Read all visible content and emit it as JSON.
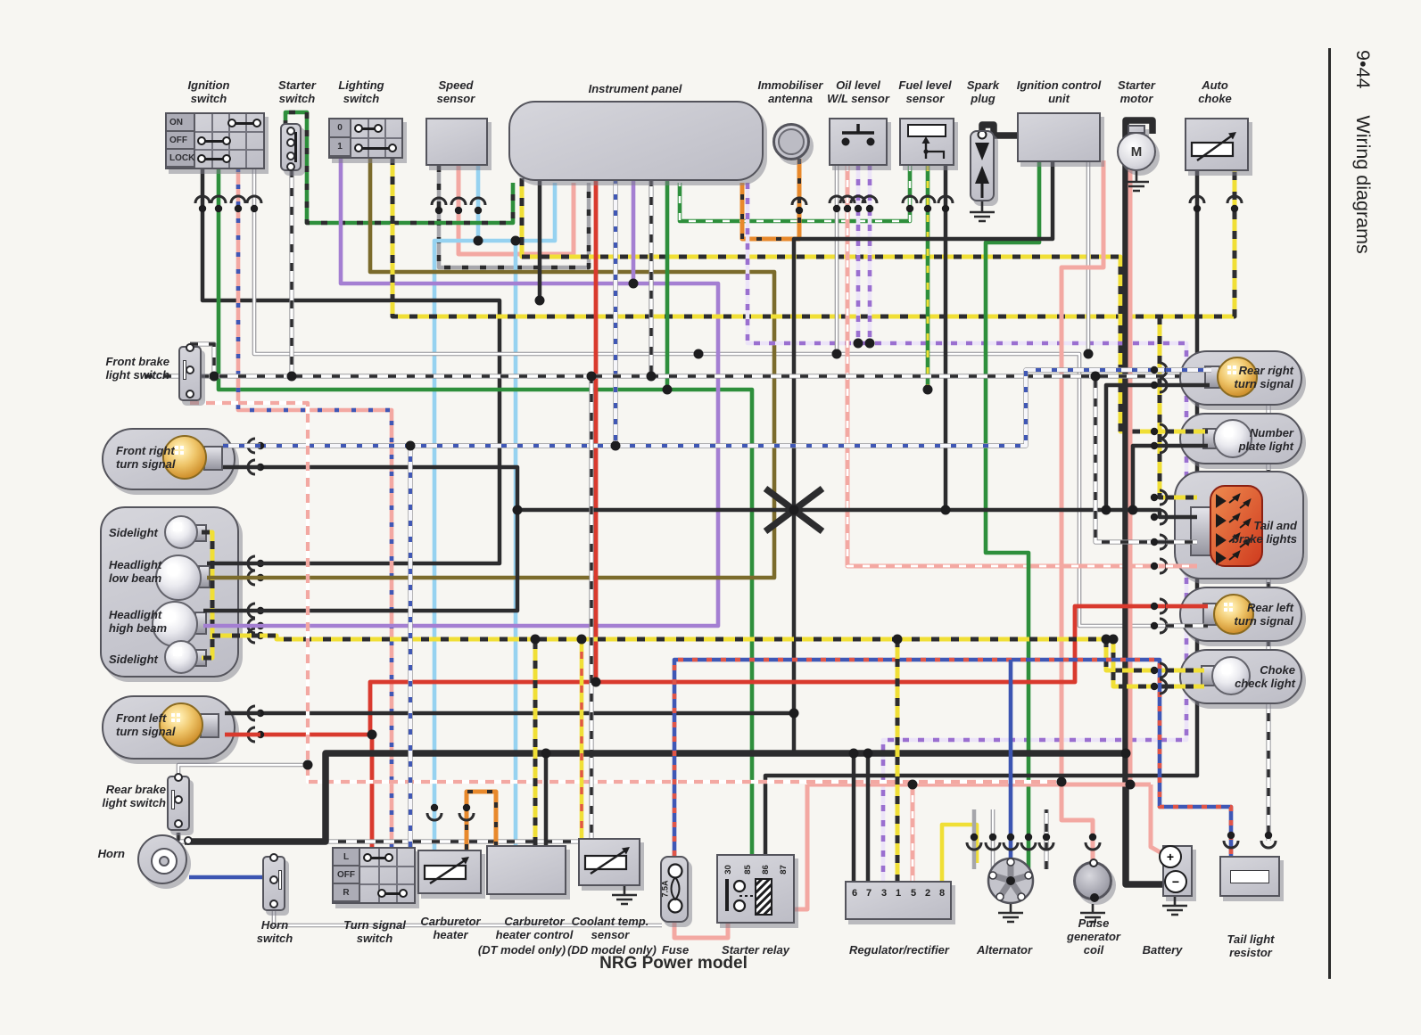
{
  "page": {
    "number": "9•44",
    "section": "Wiring diagrams",
    "footer": "NRG Power model"
  },
  "palette": {
    "paper": "#f7f6f2",
    "component_gray": "#c7c7cd",
    "wire_black": "#2c2c2e",
    "wire_green": "#2e8f3c",
    "wire_red": "#d93a2e",
    "wire_pink": "#f3a8a2",
    "wire_yellow": "#f0df36",
    "wire_blue": "#3c55b2",
    "wire_lightblue": "#96d2f0",
    "wire_purple": "#a47fd2",
    "wire_olive": "#7b6b2c",
    "wire_orange": "#e8892c",
    "amber_bulb": "#d0922f",
    "led_red": "#d23a20"
  },
  "components": {
    "ignition_switch": {
      "label": "Ignition\nswitch",
      "rows": [
        "ON",
        "OFF",
        "LOCK"
      ]
    },
    "starter_switch": {
      "label": "Starter\nswitch"
    },
    "lighting_switch": {
      "label": "Lighting\nswitch",
      "rows": [
        "0",
        "1"
      ]
    },
    "speed_sensor": {
      "label": "Speed\nsensor"
    },
    "instrument_panel": {
      "label": "Instrument panel"
    },
    "immobiliser_antenna": {
      "label": "Immobiliser\nantenna"
    },
    "oil_level_sensor": {
      "label": "Oil level\nW/L sensor"
    },
    "fuel_level_sensor": {
      "label": "Fuel level\nsensor"
    },
    "spark_plug": {
      "label": "Spark\nplug"
    },
    "ignition_control_unit": {
      "label": "Ignition control\nunit"
    },
    "starter_motor": {
      "label": "Starter\nmotor",
      "symbol": "M"
    },
    "auto_choke": {
      "label": "Auto\nchoke"
    },
    "front_brake_light_switch": {
      "label": "Front brake\nlight switch"
    },
    "front_right_turn_signal": {
      "label": "Front right\nturn signal"
    },
    "sidelight_top": {
      "label": "Sidelight"
    },
    "headlight_low": {
      "label": "Headlight\nlow beam"
    },
    "headlight_high": {
      "label": "Headlight\nhigh beam"
    },
    "sidelight_bottom": {
      "label": "Sidelight"
    },
    "front_left_turn_signal": {
      "label": "Front left\nturn signal"
    },
    "rear_brake_light_switch": {
      "label": "Rear brake\nlight switch"
    },
    "horn": {
      "label": "Horn"
    },
    "horn_switch": {
      "label": "Horn\nswitch"
    },
    "turn_signal_switch": {
      "label": "Turn signal\nswitch",
      "rows": [
        "L",
        "OFF",
        "R"
      ]
    },
    "carburetor_heater": {
      "label": "Carburetor\nheater",
      "note": "(DT model only)"
    },
    "carburetor_heater_control": {
      "label": "Carburetor\nheater control"
    },
    "coolant_temp_sensor": {
      "label": "Coolant temp.\nsensor",
      "note": "(DD model only)"
    },
    "fuse": {
      "label": "Fuse",
      "rating": "7.5A"
    },
    "starter_relay": {
      "label": "Starter relay",
      "terminals": [
        "30",
        "85",
        "86",
        "87"
      ]
    },
    "regulator_rectifier": {
      "label": "Regulator/rectifier",
      "terminals": [
        "6",
        "7",
        "3",
        "1",
        "5",
        "2",
        "8"
      ]
    },
    "alternator": {
      "label": "Alternator"
    },
    "pulse_generator_coil": {
      "label": "Pulse\ngenerator\ncoil"
    },
    "battery": {
      "label": "Battery",
      "plus": "+",
      "minus": "−"
    },
    "tail_light_resistor": {
      "label": "Tail light\nresistor"
    },
    "rear_right_turn_signal": {
      "label": "Rear right\nturn signal"
    },
    "number_plate_light": {
      "label": "Number\nplate light"
    },
    "tail_brake_lights": {
      "label": "Tail and\nbrake lights"
    },
    "rear_left_turn_signal": {
      "label": "Rear left\nturn signal"
    },
    "choke_check_light": {
      "label": "Choke\ncheck light"
    }
  }
}
